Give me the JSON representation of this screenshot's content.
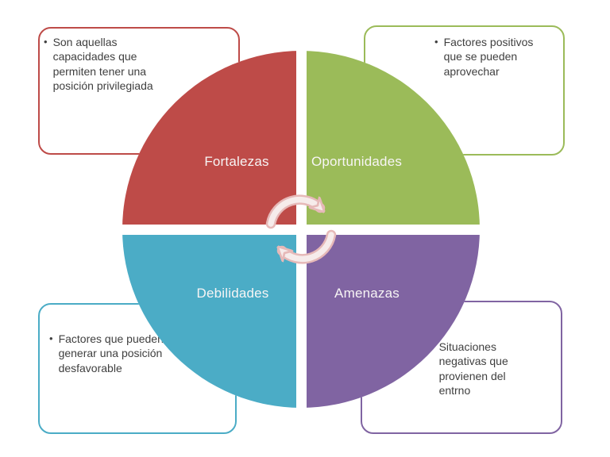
{
  "diagram": {
    "bullet_char": "•",
    "quadrants": [
      {
        "label": "Fortalezas",
        "color": "#be4b48",
        "note": "Son aquellas capacidades que permiten tener una posición privilegiada"
      },
      {
        "label": "Oportunidades",
        "color": "#9bbb59",
        "note": "Factores positivos que se pueden aprovechar"
      },
      {
        "label": "Debilidades",
        "color": "#4bacc6",
        "note": "Factores que pueden generar una posición desfavorable"
      },
      {
        "label": "Amenazas",
        "color": "#8064a2",
        "note": "Situaciones negativas que provienen del entrno"
      }
    ],
    "center_icon": {
      "name": "cycle-arrows-icon",
      "fill": "#f6eceb",
      "outline": "#e6b9b8"
    }
  }
}
